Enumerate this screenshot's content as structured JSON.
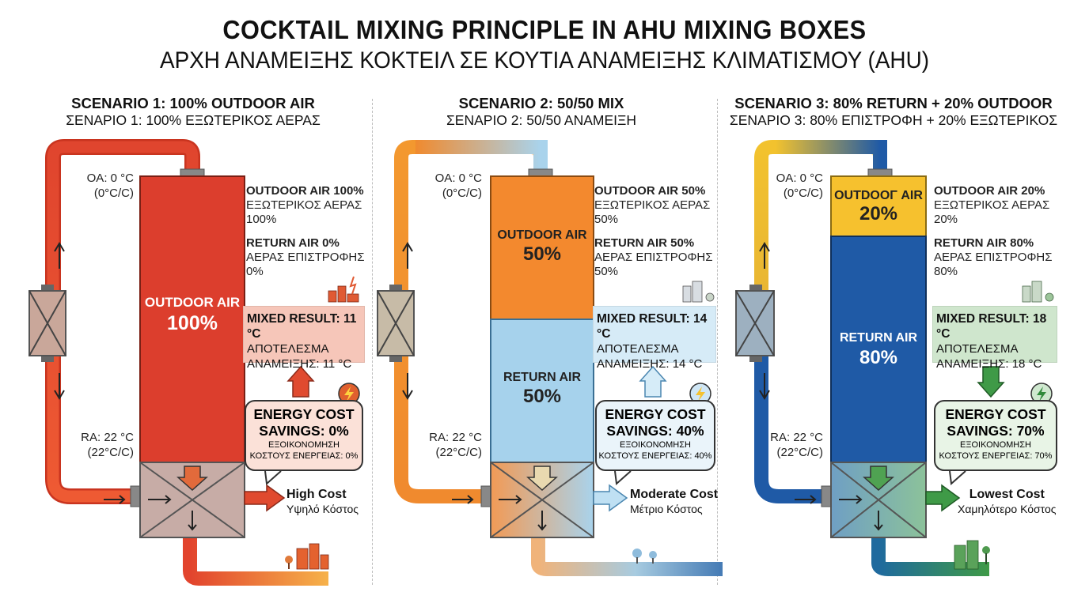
{
  "title": {
    "en": "COCKTAIL MIXING PRINCIPLE IN AHU MIXING BOXES",
    "gr": "ΑΡΧΗ ΑΝΑΜΕΙΞΗΣ ΚΟΚΤΕΙΛ ΣΕ ΚΟΥΤΙΑ ΑΝΑΜΕΙΞΗΣ ΚΛΙΜΑΤΙΣΜΟΥ (AHU)"
  },
  "colors": {
    "outdoor_hot": "#dc3e2d",
    "outdoor_orange": "#f3892e",
    "outdoor_yellow": "#f6c12e",
    "return_light": "#a6d2ec",
    "return_dark": "#1f5aa6",
    "saving_green": "#3f9a47"
  },
  "scenarios": [
    {
      "heading_en": "SCENARIO 1: 100% OUTDOOR AIR",
      "heading_gr": "ΣΕΝΑΡΙΟ 1: 100% ΕΞΩΤΕΡΙΚΟΣ ΑΕΡΑΣ",
      "oa_label": "OA: 0 °C",
      "oa_unit": "(0°C/C)",
      "ra_label": "RA: 22 °C",
      "ra_unit": "(22°C/C)",
      "column": {
        "outdoor_label": "OUTDOOR AIR",
        "outdoor_pct": "100%",
        "return_label": "",
        "return_pct": ""
      },
      "outdoor_fraction": 1.0,
      "outdoor_en": "OUTDOOR AIR 100%",
      "outdoor_gr": "ΕΞΩΤΕΡΙΚΟΣ ΑΕΡΑΣ",
      "outdoor_val": "100%",
      "return_en": "RETURN AIR 0%",
      "return_gr": "ΑΕΡΑΣ ΕΠΙΣΤΡΟΦΗΣ",
      "return_val": "0%",
      "mixed_en": "MIXED RESULT: 11 °C",
      "mixed_gr1": "ΑΠΟΤΕΛΕΣΜΑ",
      "mixed_gr2": "ΑΝΑΜΕΙΞΗΣ: 11 °C",
      "savings_en1": "ENERGY COST",
      "savings_en2": "SAVINGS: 0%",
      "savings_gr1": "ΕΞΟΙΚΟΝΟΜΗΣΗ",
      "savings_gr2": "ΚΟΣΤΟΥΣ ΕΝΕΡΓΕΙΑΣ: 0%",
      "cost_en": "High Cost",
      "cost_gr": "Υψηλό Κόστος"
    },
    {
      "heading_en": "SCENARIO 2: 50/50 MIX",
      "heading_gr": "ΣΕΝΑΡΙΟ 2: 50/50 ΑΝΑΜΕΙΞΗ",
      "oa_label": "OA: 0 °C",
      "oa_unit": "(0°C/C)",
      "ra_label": "RA: 22 °C",
      "ra_unit": "(22°C/C)",
      "column": {
        "outdoor_label": "OUTDOOR AIR",
        "outdoor_pct": "50%",
        "return_label": "RETURN AIR",
        "return_pct": "50%"
      },
      "outdoor_fraction": 0.5,
      "outdoor_en": "OUTDOOR AIR 50%",
      "outdoor_gr": "ΕΞΩΤΕΡΙΚΟΣ ΑΕΡΑΣ",
      "outdoor_val": "50%",
      "return_en": "RETURN AIR 50%",
      "return_gr": "ΑΕΡΑΣ ΕΠΙΣΤΡΟΦΗΣ",
      "return_val": "50%",
      "mixed_en": "MIXED RESULT: 14 °C",
      "mixed_gr1": "ΑΠΟΤΕΛΕΣΜΑ",
      "mixed_gr2": "ΑΝΑΜΕΙΞΗΣ: 14 °C",
      "savings_en1": "ENERGY COST",
      "savings_en2": "SAVINGS: 40%",
      "savings_gr1": "ΕΞΟΙΚΟΝΟΜΗΣΗ",
      "savings_gr2": "ΚΟΣΤΟΥΣ ΕΝΕΡΓΕΙΑΣ: 40%",
      "cost_en": "Moderate Cost",
      "cost_gr": "Μέτριο Κόστος"
    },
    {
      "heading_en": "SCENARIO 3: 80% RETURN + 20% OUTDOOR",
      "heading_gr": "ΣΕΝΑΡΙΟ 3: 80% ΕΠΙΣΤΡΟΦΗ + 20% ΕΞΩΤΕΡΙΚΟΣ",
      "oa_label": "OA: 0 °C",
      "oa_unit": "(0°C/C)",
      "ra_label": "RA: 22 °C",
      "ra_unit": "(22°C/C)",
      "column": {
        "outdoor_label": "OUTDOOΓ AIR",
        "outdoor_pct": "20%",
        "return_label": "RETURN AIR",
        "return_pct": "80%"
      },
      "outdoor_fraction": 0.2,
      "outdoor_en": "OUTDOOR AIR 20%",
      "outdoor_gr": "ΕΞΩΤΕΡΙΚΟΣ ΑΕΡΑΣ",
      "outdoor_val": "20%",
      "return_en": "RETURN AIR 80%",
      "return_gr": "ΑΕΡΑΣ ΕΠΙΣΤΡΟΦΗΣ",
      "return_val": "80%",
      "mixed_en": "MIXED RESULT: 18 °C",
      "mixed_gr1": "ΑΠΟΤΕΛΕΣΜΑ",
      "mixed_gr2": "ΑΝΑΜΕΙΞΗΣ: 18 °C",
      "savings_en1": "ENERGY COST",
      "savings_en2": "SAVINGS: 70%",
      "savings_gr1": "ΕΞΟΙΚΟΝΟΜΗΣΗ",
      "savings_gr2": "ΚΟΣΤΟΥΣ ΕΝΕΡΓΕΙΑΣ: 70%",
      "cost_en": "Lowest Cost",
      "cost_gr": "Χαμηλότερο Κόστος"
    }
  ],
  "icons": [
    "bolt-icon",
    "city-icon",
    "tree-icon",
    "arrow-up-icon",
    "arrow-down-icon",
    "arrow-right-icon",
    "damper-icon",
    "bench-icon"
  ]
}
